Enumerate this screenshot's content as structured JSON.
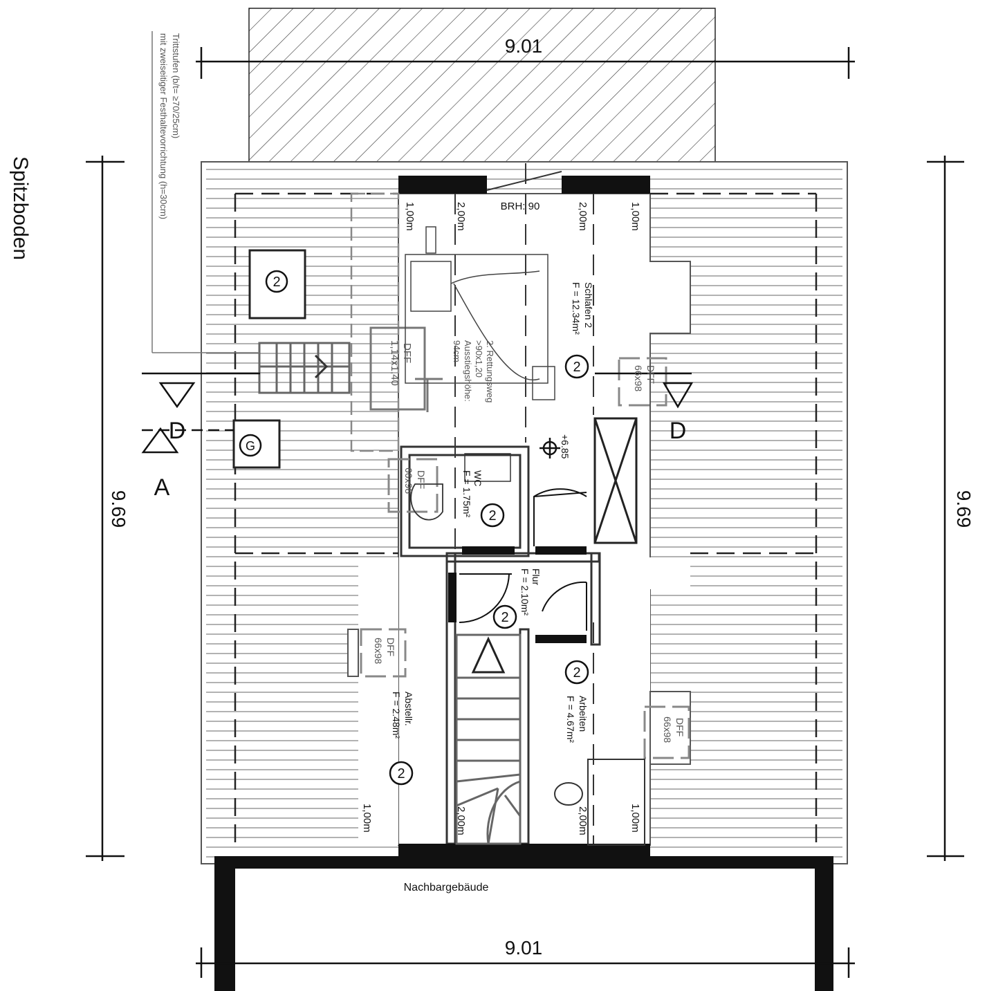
{
  "page_title": "Spitzboden",
  "dimensions": {
    "top_width": "9.01",
    "bottom_width": "9.01",
    "left_depth": "9.69",
    "right_depth": "9.69"
  },
  "stair_note": {
    "line1": "Trittstufen (b/t= ≥70/25cm)",
    "line2": "mit zweiseitiger Festhaltevorrichtung (h=30cm)"
  },
  "window_sill": "BRH: 90",
  "height_marks": {
    "h100": "1,00m",
    "h200": "2,00m"
  },
  "rooms": {
    "schlafen": {
      "name": "Schlafen 2",
      "area": "F = 12.34m²"
    },
    "wc": {
      "name": "WC",
      "area": "F = 1.75m²"
    },
    "flur": {
      "name": "Flur",
      "area": "F = 2.10m²"
    },
    "abstell": {
      "name": "Abstellr.",
      "area": "F = 2.48m²"
    },
    "arbeiten": {
      "name": "Arbeiten",
      "area": "F = 4.67m²"
    }
  },
  "room_tag": "2",
  "roof_windows": {
    "main": {
      "label": "DFF",
      "size": "1,14x1,40"
    },
    "small": {
      "label": "DFF",
      "size": "66x98"
    }
  },
  "escape_route": {
    "line1": "2. Rettungsweg",
    "line2": ">90x1,20",
    "line3": "Ausstiegshöhe:",
    "line4": "94cm"
  },
  "level": "+6.85",
  "chimney_tag": "G",
  "sections": {
    "a": "A",
    "d": "D"
  },
  "neighbor": "Nachbargebäude"
}
